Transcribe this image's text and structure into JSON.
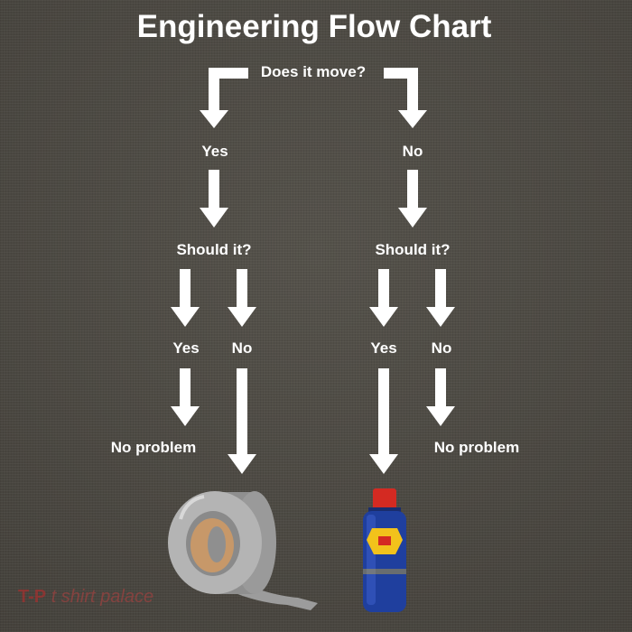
{
  "title": "Engineering Flow Chart",
  "root_question": "Does it move?",
  "left_branch": {
    "answer": "Yes",
    "question": "Should it?",
    "yes_label": "Yes",
    "no_label": "No",
    "outcome": "No problem"
  },
  "right_branch": {
    "answer": "No",
    "question": "Should it?",
    "yes_label": "Yes",
    "no_label": "No",
    "outcome": "No problem"
  },
  "watermark": {
    "logo": "T-P",
    "text": "t shirt palace"
  },
  "colors": {
    "background": "#4b4842",
    "arrow": "#ffffff",
    "tape": "#a8a8a8",
    "can_body": "#1f3f9e",
    "can_cap": "#d42a22",
    "can_logo": "#f2c21b"
  },
  "icons": [
    "duct-tape-icon",
    "lubricant-can-icon"
  ]
}
